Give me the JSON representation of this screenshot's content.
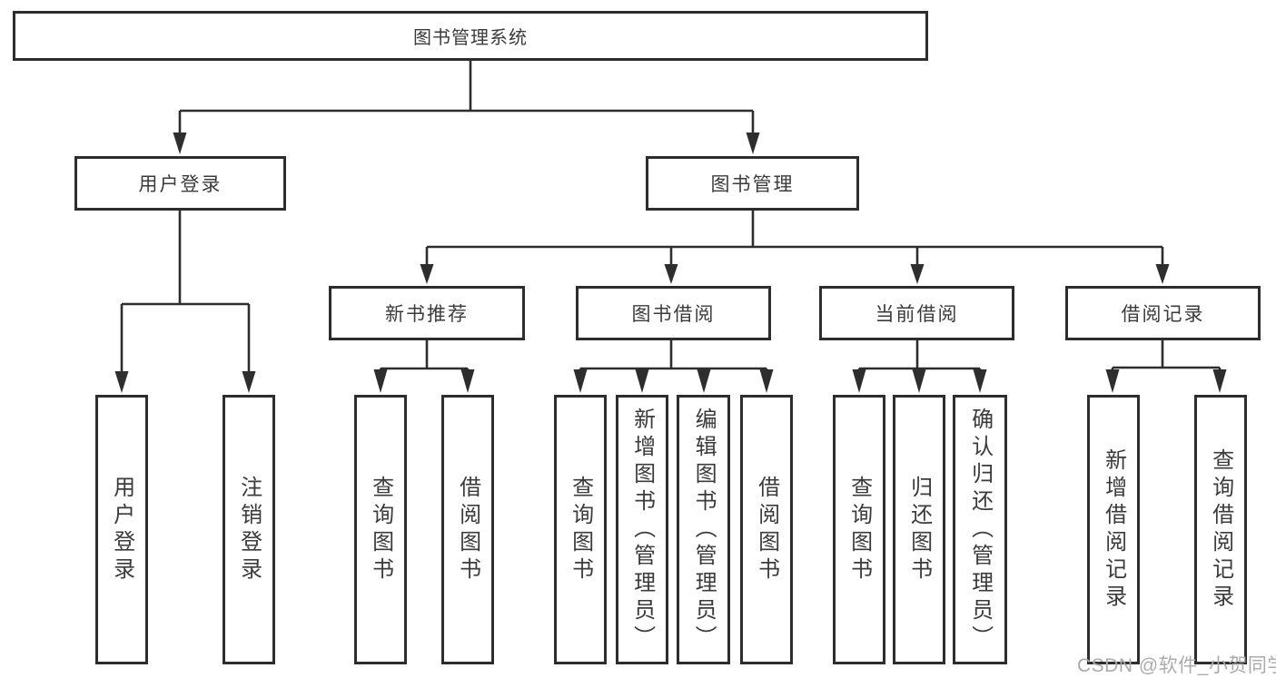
{
  "diagram_title": "图书管理系统",
  "nodes": {
    "root": "图书管理系统",
    "user_login": "用户登录",
    "book_mgmt": "图书管理",
    "new_rec": "新书推荐",
    "book_borrow": "图书借阅",
    "current_borrow": "当前借阅",
    "borrow_records": "借阅记录",
    "leaf_user_login": "用户登录",
    "leaf_logout": "注销登录",
    "leaf_rec_query": "查询图书",
    "leaf_rec_borrow": "借阅图书",
    "leaf_bb_query": "查询图书",
    "leaf_bb_add": "新增图书（管理员）",
    "leaf_bb_edit": "编辑图书（管理员）",
    "leaf_bb_borrow": "借阅图书",
    "leaf_cb_query": "查询图书",
    "leaf_cb_return": "归还图书",
    "leaf_cb_confirm": "确认归还（管理员）",
    "leaf_br_add": "新增借阅记录",
    "leaf_br_query": "查询借阅记录"
  },
  "watermark": "CSDN @软件_小贺同学",
  "colors": {
    "box_border": "#2d2d2d",
    "connector": "#2e2e2e",
    "text": "#3b3b3b",
    "watermark": "#ababab",
    "background": "#ffffff"
  }
}
